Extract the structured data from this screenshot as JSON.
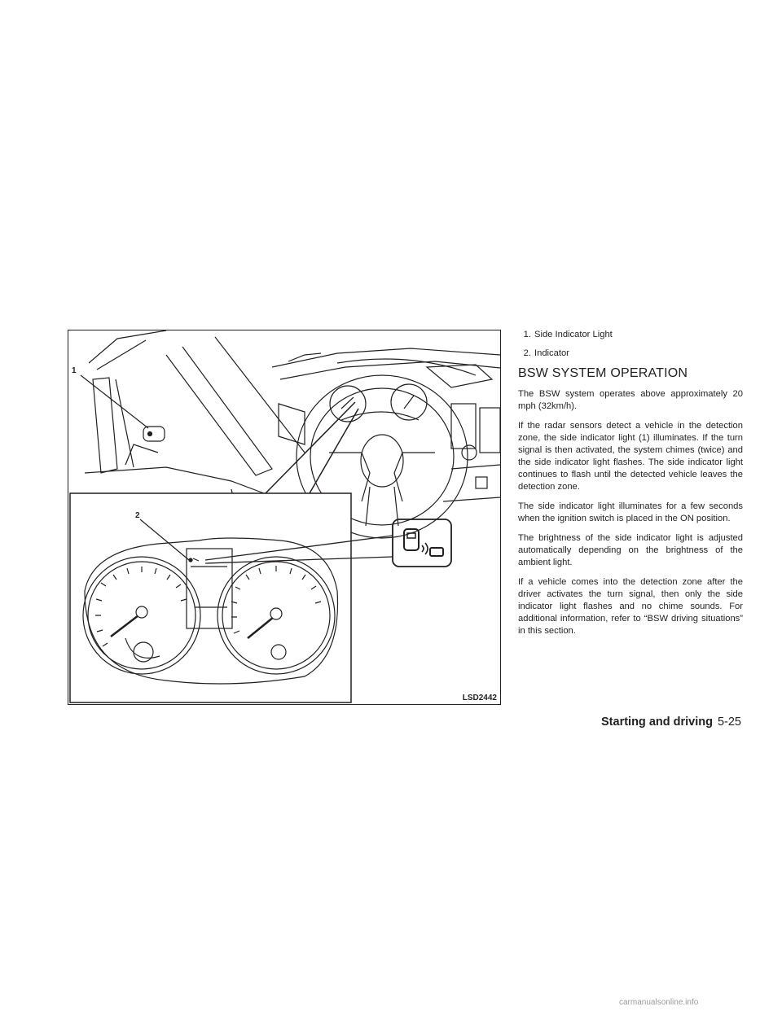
{
  "figure": {
    "code": "LSD2442",
    "callouts": [
      "1",
      "2"
    ]
  },
  "legend": [
    {
      "num": "1.",
      "label": "Side Indicator Light"
    },
    {
      "num": "2.",
      "label": "Indicator"
    }
  ],
  "section_title": "BSW SYSTEM OPERATION",
  "paragraphs": [
    "The BSW system operates above approximately 20 mph (32km/h).",
    "If the radar sensors detect a vehicle in the detection zone, the side indicator light (1) illuminates. If the turn signal is then activated, the system chimes (twice) and the side indicator light flashes. The side indicator light continues to flash until the detected vehicle leaves the detection zone.",
    "The side indicator light illuminates for a few seconds when the ignition switch is placed in the ON position.",
    "The brightness of the side indicator light is adjusted automatically depending on the brightness of the ambient light.",
    "If a vehicle comes into the detection zone after the driver activates the turn signal, then only the side indicator light flashes and no chime sounds. For additional information, refer to “BSW driving situations” in this section."
  ],
  "footer": {
    "section": "Starting and driving",
    "page": "5-25"
  },
  "watermark": "carmanualsonline.info"
}
